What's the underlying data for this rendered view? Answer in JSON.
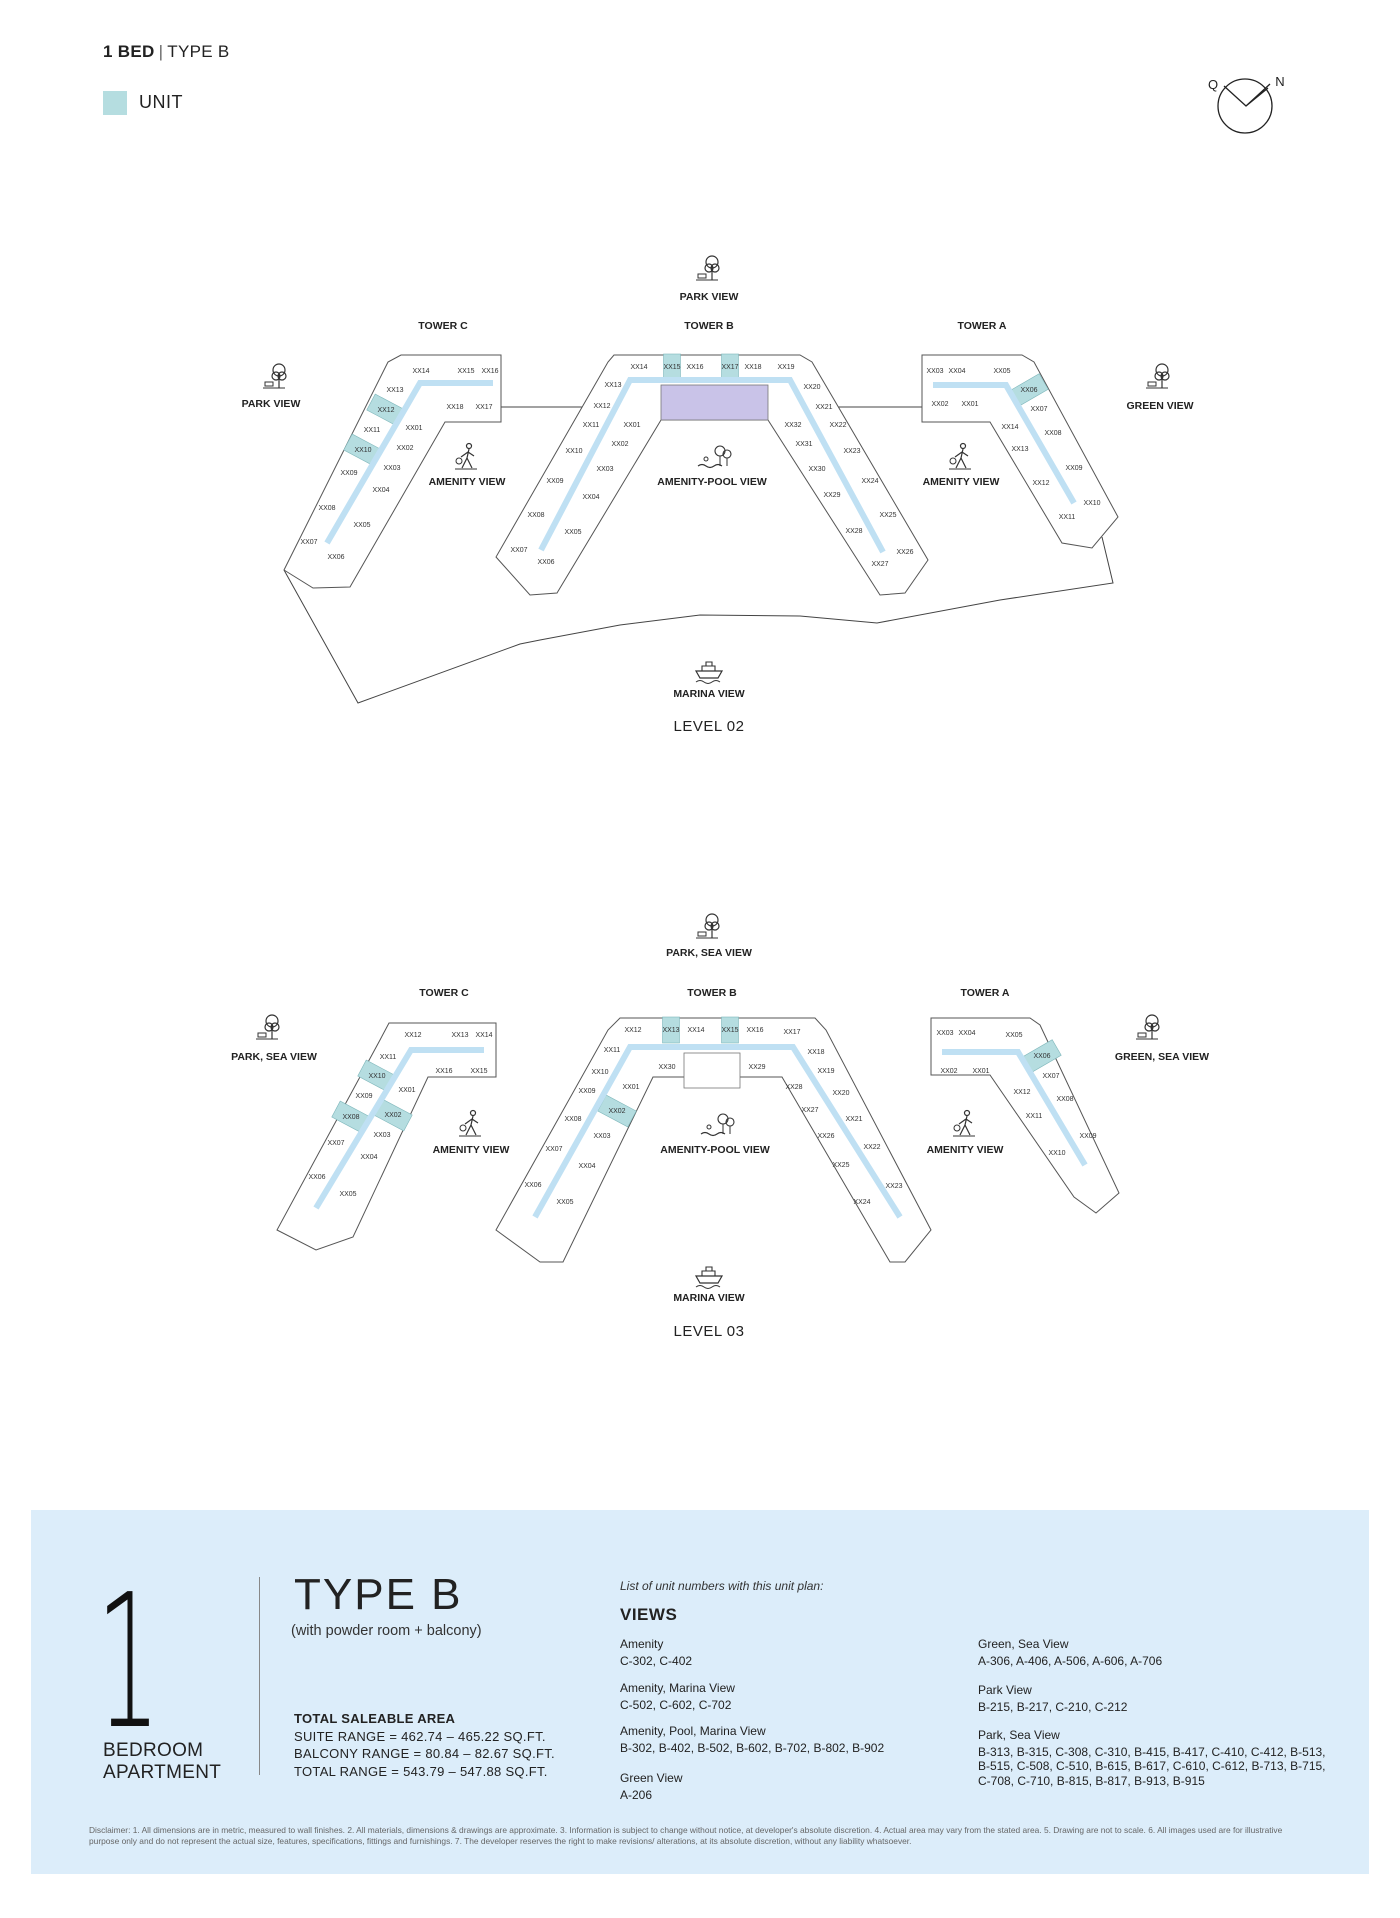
{
  "header": {
    "bed": "1 BED",
    "separator": "|",
    "type": "TYPE B"
  },
  "legend": {
    "unit_label": "UNIT",
    "unit_color": "#b5dde0"
  },
  "compass": {
    "q": "Q",
    "n": "N"
  },
  "colors": {
    "corridor": "#bfe0f3",
    "amenity": "#c9c3e8",
    "core": "#b8b8b8",
    "panel": "#dcedfa"
  },
  "levels": [
    {
      "name": "LEVEL 02",
      "views": {
        "top": "PARK VIEW",
        "left": "PARK VIEW",
        "right": "GREEN VIEW",
        "amenity_left": "AMENITY VIEW",
        "amenity_center": "AMENITY-POOL VIEW",
        "amenity_right": "AMENITY VIEW",
        "bottom": "MARINA VIEW"
      },
      "towers": [
        {
          "name": "TOWER C",
          "units": [
            "XX14",
            "XX15",
            "XX16",
            "XX18",
            "XX17",
            "XX13",
            "XX12",
            "XX11",
            "XX10",
            "XX09",
            "XX08",
            "XX07",
            "XX01",
            "XX02",
            "XX03",
            "XX04",
            "XX05",
            "XX06"
          ],
          "highlighted": [
            "XX12",
            "XX10"
          ]
        },
        {
          "name": "TOWER B",
          "units": [
            "XX14",
            "XX15",
            "XX16",
            "XX17",
            "XX18",
            "XX19",
            "XX13",
            "XX12",
            "XX11",
            "XX10",
            "XX09",
            "XX08",
            "XX07",
            "XX01",
            "XX02",
            "XX03",
            "XX04",
            "XX05",
            "XX06",
            "XX20",
            "XX21",
            "XX32",
            "XX22",
            "XX31",
            "XX23",
            "XX30",
            "XX24",
            "XX29",
            "XX25",
            "XX28",
            "XX26",
            "XX27"
          ],
          "highlighted": [
            "XX15",
            "XX17"
          ]
        },
        {
          "name": "TOWER A",
          "units": [
            "XX03",
            "XX04",
            "XX05",
            "XX02",
            "XX01",
            "XX06",
            "XX07",
            "XX14",
            "XX08",
            "XX13",
            "XX09",
            "XX12",
            "XX10",
            "XX11"
          ],
          "highlighted": [
            "XX06"
          ]
        }
      ]
    },
    {
      "name": "LEVEL 03",
      "views": {
        "top": "PARK, SEA VIEW",
        "left": "PARK, SEA VIEW",
        "right": "GREEN, SEA VIEW",
        "amenity_left": "AMENITY VIEW",
        "amenity_center": "AMENITY-POOL VIEW",
        "amenity_right": "AMENITY VIEW",
        "bottom": "MARINA VIEW"
      },
      "towers": [
        {
          "name": "TOWER C",
          "units": [
            "XX12",
            "XX13",
            "XX14",
            "XX16",
            "XX15",
            "XX11",
            "XX10",
            "XX09",
            "XX08",
            "XX07",
            "XX06",
            "XX01",
            "XX02",
            "XX03",
            "XX04",
            "XX05"
          ],
          "highlighted": [
            "XX10",
            "XX08",
            "XX02"
          ]
        },
        {
          "name": "TOWER B",
          "units": [
            "XX12",
            "XX13",
            "XX14",
            "XX15",
            "XX16",
            "XX17",
            "XX11",
            "XX10",
            "XX09",
            "XX08",
            "XX07",
            "XX06",
            "XX30",
            "XX01",
            "XX02",
            "XX03",
            "XX04",
            "XX05",
            "XX29",
            "XX18",
            "XX28",
            "XX19",
            "XX20",
            "XX27",
            "XX21",
            "XX26",
            "XX22",
            "XX25",
            "XX23",
            "XX24"
          ],
          "highlighted": [
            "XX13",
            "XX15",
            "XX02"
          ]
        },
        {
          "name": "TOWER A",
          "units": [
            "XX03",
            "XX04",
            "XX05",
            "XX02",
            "XX01",
            "XX06",
            "XX07",
            "XX12",
            "XX08",
            "XX11",
            "XX09",
            "XX10"
          ],
          "highlighted": [
            "XX06"
          ]
        }
      ]
    }
  ],
  "summary": {
    "number": "1",
    "bedroom_line1": "BEDROOM",
    "bedroom_line2": "APARTMENT",
    "type_title": "TYPE B",
    "type_subtitle": "(with powder room + balcony)",
    "area_title": "TOTAL SALEABLE AREA",
    "suite_range": "SUITE RANGE = 462.74 – 465.22 SQ.FT.",
    "balcony_range": "BALCONY RANGE = 80.84 – 82.67 SQ.FT.",
    "total_range": "TOTAL RANGE = 543.79 – 547.88 SQ.FT.",
    "list_title": "List of unit numbers with this unit plan:",
    "views_title": "VIEWS",
    "view_groups_left": [
      {
        "name": "Amenity",
        "units": "C-302, C-402"
      },
      {
        "name": "Amenity, Marina View",
        "units": "C-502, C-602, C-702"
      },
      {
        "name": "Amenity, Pool, Marina View",
        "units": "B-302, B-402, B-502, B-602, B-702, B-802, B-902"
      },
      {
        "name": "Green View",
        "units": "A-206"
      }
    ],
    "view_groups_right": [
      {
        "name": "Green, Sea View",
        "units": "A-306, A-406, A-506, A-606, A-706"
      },
      {
        "name": "Park View",
        "units": "B-215, B-217, C-210, C-212"
      },
      {
        "name": "Park, Sea View",
        "units": "B-313, B-315, C-308, C-310, B-415, B-417, C-410, C-412, B-513, B-515, C-508, C-510, B-615, B-617, C-610, C-612, B-713, B-715, C-708, C-710, B-815, B-817, B-913, B-915"
      }
    ],
    "disclaimer": "Disclaimer: 1. All dimensions are in metric, measured to wall finishes. 2. All materials, dimensions & drawings are approximate. 3. Information is subject to change without notice, at developer's absolute discretion. 4. Actual area may vary from the stated area. 5. Drawing are not to scale. 6. All images used are for illustrative purpose only and do not represent the actual size, features, specifications, fittings and furnishings. 7. The developer reserves the right to make revisions/ alterations, at its absolute discretion, without any liability whatsoever."
  }
}
